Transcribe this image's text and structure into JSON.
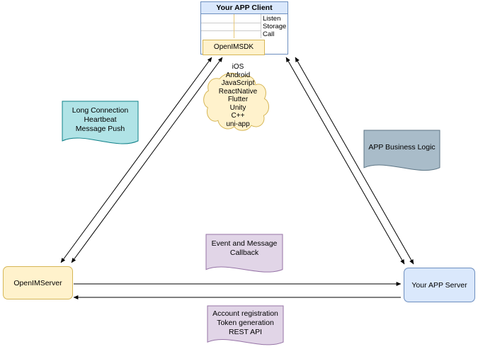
{
  "client": {
    "title": "Your APP Client",
    "rows": [
      "Listen",
      "Storage",
      "Call"
    ],
    "sdk_label": "OpenIMSDK"
  },
  "cloud": {
    "platforms": [
      "iOS",
      "Android",
      "JavaScript",
      "ReactNative",
      "Flutter",
      "Unity",
      "C++",
      "uni-app"
    ]
  },
  "callouts": {
    "long_connection": {
      "lines": [
        "Long Connection",
        "Heartbeat",
        "Message Push"
      ]
    },
    "app_business_logic": {
      "lines": [
        "APP Business Logic"
      ]
    },
    "event_callback": {
      "lines": [
        "Event and Message",
        "Callback"
      ]
    },
    "rest_api": {
      "lines": [
        "Account registration",
        "Token generation",
        "REST API"
      ]
    }
  },
  "nodes": {
    "openim_server": "OpenIMServer",
    "app_server": "Your APP Server"
  },
  "colors": {
    "blue_fill": "#dae8fc",
    "blue_stroke": "#6c8ebf",
    "yellow_fill": "#fff2cc",
    "yellow_stroke": "#d6b656",
    "teal_fill": "#b0e3e6",
    "teal_stroke": "#0e8088",
    "gray_fill": "#a9bcc9",
    "gray_stroke": "#5d7585",
    "purple_fill": "#e1d5e7",
    "purple_stroke": "#9673a6",
    "arrow": "#000000"
  }
}
